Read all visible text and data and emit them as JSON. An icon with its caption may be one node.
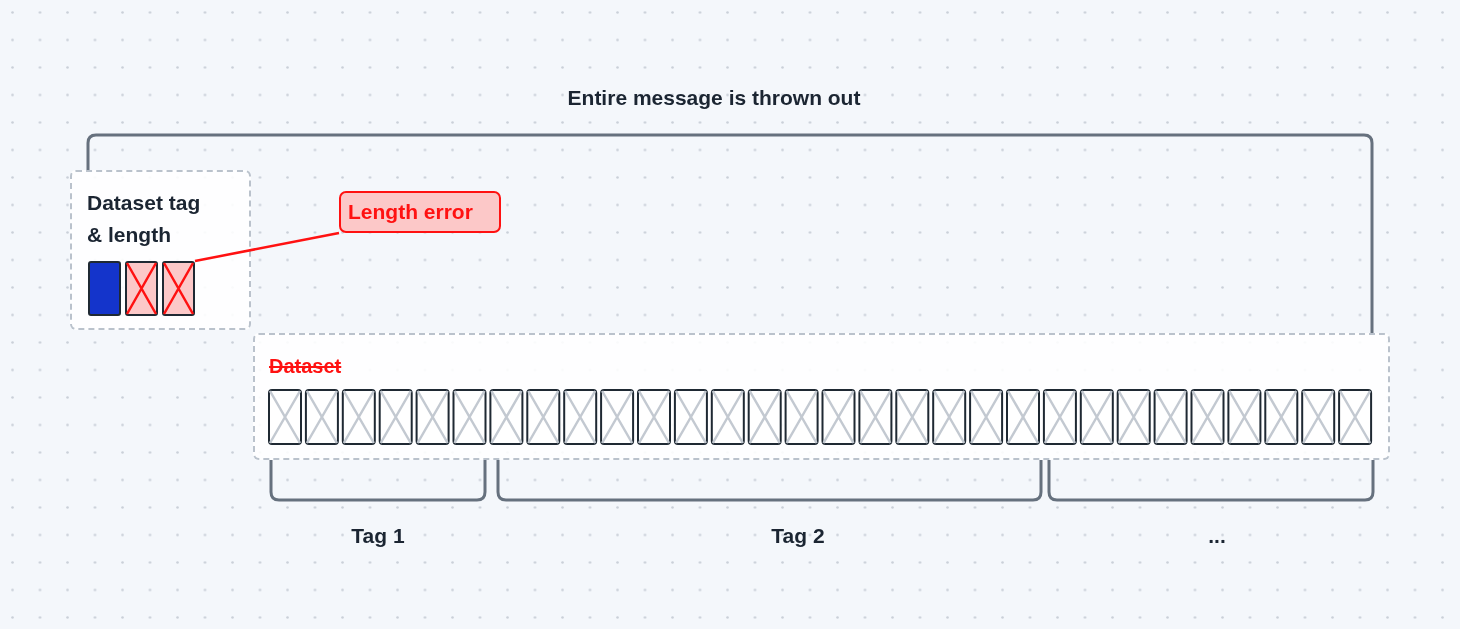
{
  "diagram": {
    "nodes": [
      {
        "text": [
          "Dataset tag & length"
        ]
      },
      {
        "text": [],
        "shape": "box",
        "in": 0
      },
      {
        "text": [],
        "shape": "box",
        "in": 0
      },
      {
        "text": [],
        "shape": "box",
        "in": 0
      },
      {
        "text": [
          "Length error"
        ]
      },
      {
        "text": [
          "Dataset"
        ]
      }
    ],
    "edges": [
      {
        "from": 4,
        "to": 3,
        "arrow": "none"
      }
    ],
    "labels": [
      "Entire message is thrown out",
      "Tag 1",
      "Tag 2",
      "..."
    ]
  }
}
